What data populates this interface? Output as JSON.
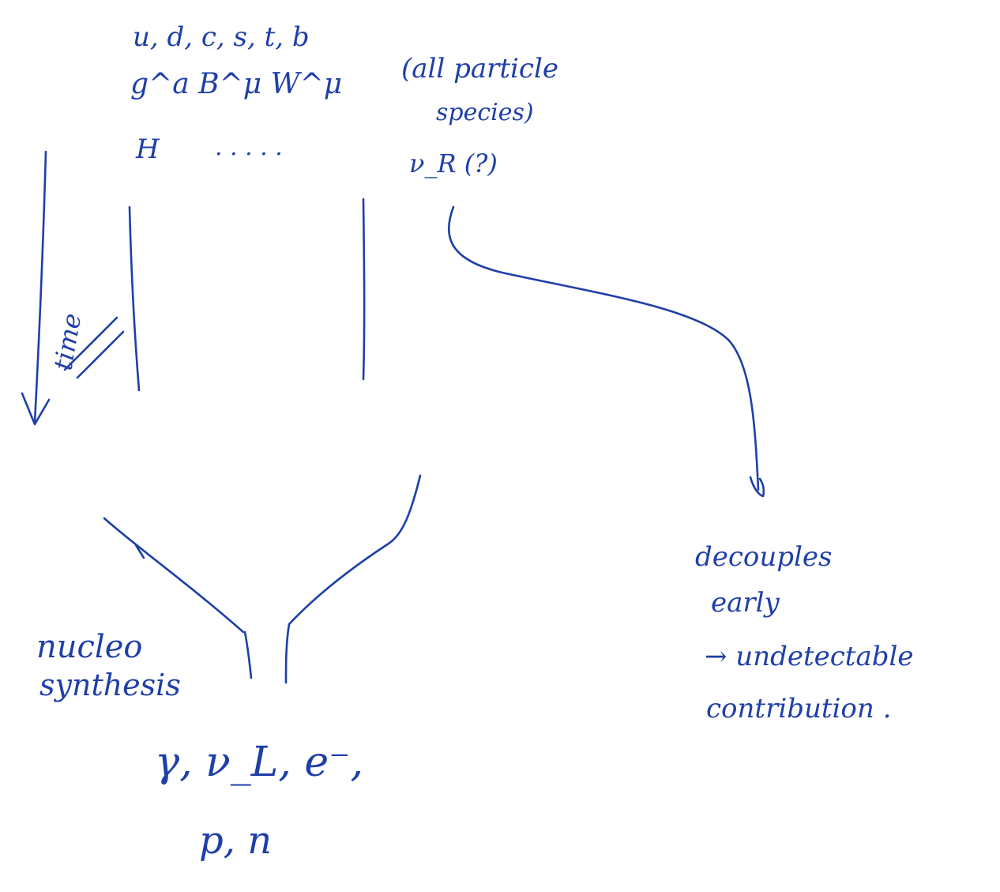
{
  "ink_color": "#1f3fa8",
  "labels": {
    "quarks": "u, d, c, s, t, b",
    "bosons": "g^a  B^μ  W^μ",
    "higgs": "H",
    "ellipsis": ". . . . .",
    "all_particle": "(all particle",
    "species": "species)",
    "nu_r": "ν_R (?)",
    "time": "time",
    "nucleo": "nucleo",
    "synthesis": "synthesis",
    "products_line1": "γ, ν_L, e⁻,",
    "products_line2": "p, n",
    "decouples": "decouples",
    "early": "early",
    "undetectable": "→ undetectable",
    "contribution": "contribution ."
  }
}
